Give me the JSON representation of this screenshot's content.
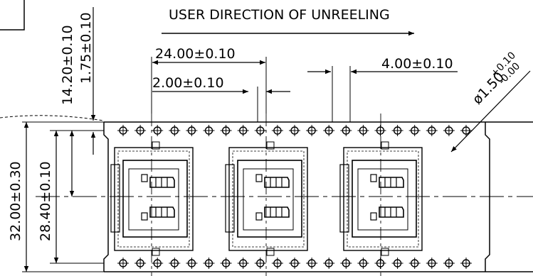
{
  "title": "USER DIRECTION OF UNREELING",
  "dimensions": {
    "pitch": "24.00±0.10",
    "center_offset": "2.00±0.10",
    "hole_pitch": "4.00±0.10",
    "hole_diameter_base": "ø1.50",
    "hole_diameter_tol_upper": "+0.10",
    "hole_diameter_tol_lower": "-0.00",
    "hole_row_offset": "14.20±0.10",
    "hole_to_edge": "1.75±0.10",
    "tape_width": "32.00±0.30",
    "hole_span": "28.40±0.10"
  },
  "pockets": 3,
  "sprocket_holes_per_row": 21,
  "colors": {
    "line": "#000000",
    "background": "#ffffff"
  }
}
